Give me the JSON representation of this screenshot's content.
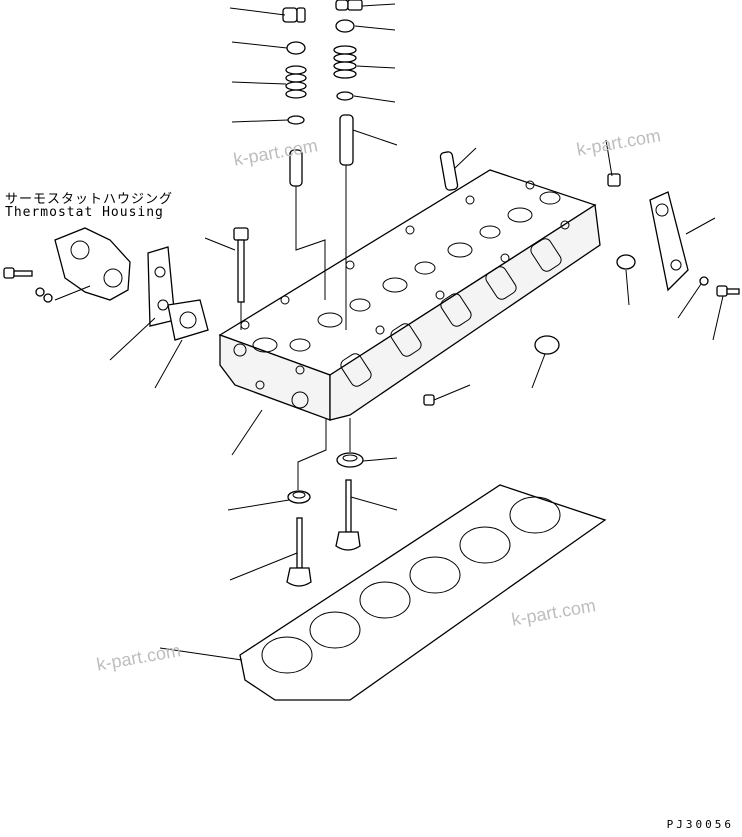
{
  "callout": {
    "thermostat_housing_jp": "サーモスタットハウジング",
    "thermostat_housing_en": "Thermostat Housing"
  },
  "watermark": {
    "text": "k-part.com"
  },
  "figure_code": "PJ30056"
}
